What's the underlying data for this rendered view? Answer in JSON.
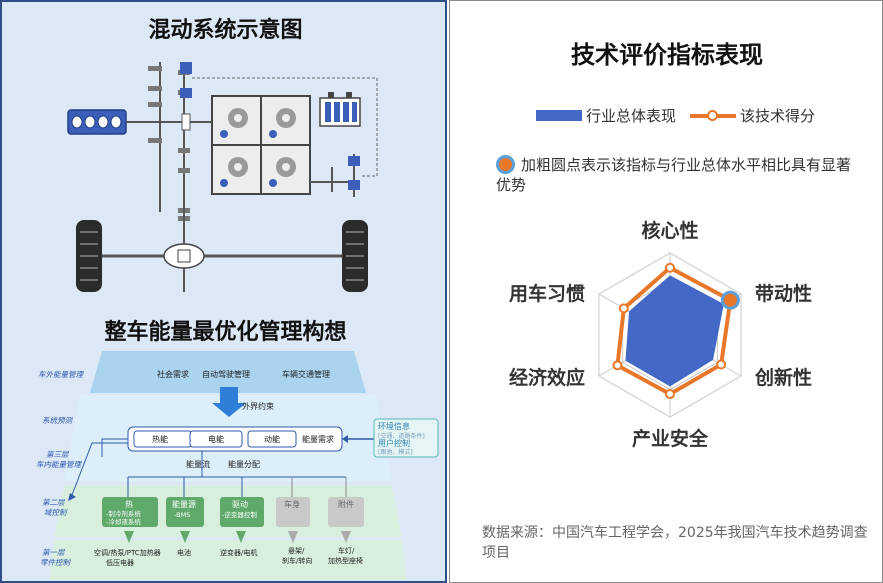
{
  "left": {
    "title": "混动系统示意图",
    "title2": "整车能量最优化管理构想",
    "diagram": {
      "layer_outer": "车外能量管理",
      "outer_items": [
        "社会需求",
        "自动驾驶管理",
        "车辆交通管理"
      ],
      "external_constraint": "外界约束",
      "system_predict": "系统预测",
      "layer3": "第三层\n车内能量管理",
      "energy_boxes": [
        "热能",
        "电能",
        "动能"
      ],
      "energy_demand": "能量需求",
      "env_box": [
        "环境信息",
        "[交通、道路条件]",
        "用户控制",
        "[跟驰、模式]"
      ],
      "energy_flow": "能量流",
      "energy_alloc": "能量分配",
      "layer2": "第二层\n域控制",
      "domains": [
        {
          "title": "热",
          "lines": [
            "-制冷剂系统",
            "-冷却液系统"
          ]
        },
        {
          "title": "能量源",
          "lines": [
            "-BMS"
          ]
        },
        {
          "title": "驱动",
          "lines": [
            "-逆变器控制"
          ]
        },
        {
          "title": "车身",
          "lines": []
        },
        {
          "title": "附件",
          "lines": []
        }
      ],
      "layer1": "第一层\n零件控制",
      "components": [
        "空调/热泵/PTC加热器\n低压电器",
        "电池",
        "逆变器/电机",
        "悬架/\n刹车/转向",
        "车灯/\n加热型座椅"
      ]
    }
  },
  "right": {
    "title": "技术评价指标表现",
    "legend": {
      "industry": "行业总体表现",
      "tech": "该技术得分"
    },
    "note": "加粗圆点表示该指标与行业总体水平相比具有显著优势",
    "source": "数据来源：中国汽车工程学会，2025年我国汽车技术趋势调查项目",
    "colors": {
      "industry": "#4468c6",
      "tech": "#e9772a",
      "highlight": "#5ba0d8"
    }
  },
  "chart_data": {
    "type": "radar",
    "axes": [
      "核心性",
      "带动性",
      "创新性",
      "产业安全",
      "经济效应",
      "用车习惯"
    ],
    "series": [
      {
        "name": "行业总体表现",
        "values": [
          0.72,
          0.75,
          0.6,
          0.62,
          0.62,
          0.57
        ]
      },
      {
        "name": "该技术得分",
        "values": [
          0.82,
          0.85,
          0.72,
          0.72,
          0.74,
          0.65
        ]
      }
    ],
    "highlight_axes": [
      "带动性"
    ],
    "range": [
      0,
      1
    ],
    "rings": 3
  }
}
